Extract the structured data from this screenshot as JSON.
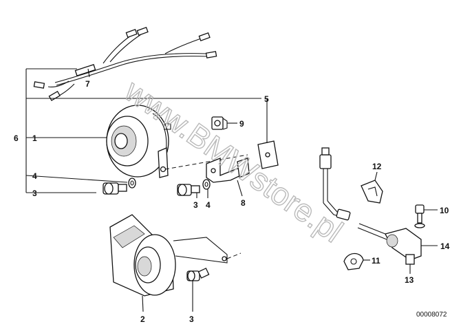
{
  "labels": {
    "c1": "1",
    "c2": "2",
    "c3a": "3",
    "c3b": "3",
    "c3c": "3",
    "c4a": "4",
    "c4b": "4",
    "c5": "5",
    "c6": "6",
    "c7": "7",
    "c8": "8",
    "c9": "9",
    "c10": "10",
    "c11": "11",
    "c12": "12",
    "c13": "13",
    "c14": "14"
  },
  "watermark": "www.BMWstore.pl",
  "diagram_id": "00008072"
}
